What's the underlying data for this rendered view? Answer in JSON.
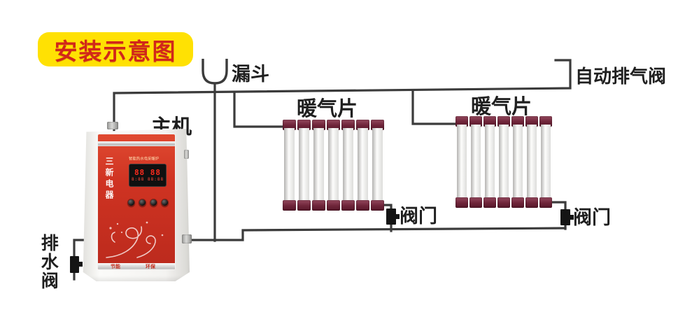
{
  "title": {
    "badge_label": "安装示意图"
  },
  "labels": {
    "funnel": "漏斗",
    "auto_exhaust_valve": "自动排气阀",
    "main_unit": "主机",
    "drain_valve": "排水阀"
  },
  "radiators": {
    "count": 2,
    "columns_per_radiator": 7,
    "items": [
      {
        "label": "暖气片"
      },
      {
        "label": "暖气片"
      }
    ]
  },
  "valves": {
    "items": [
      {
        "label": "阀门"
      },
      {
        "label": "阀门"
      }
    ]
  },
  "main_unit": {
    "brand_vertical_text": "三新电器",
    "panel_header_text": "智能热水电采暖炉",
    "display": {
      "line1": "88 88",
      "line2": "8:88 88:88"
    },
    "footer_labels": [
      "节能",
      "环保"
    ]
  },
  "colors": {
    "background": "#FFFFFF",
    "title_bg": "#FFE103",
    "title_text": "#D1271A",
    "pipe": "#3B3B3B",
    "radiator_cap": "#6E2439",
    "unit_panel_red": "#CF3322",
    "label_text": "#1F1F1F"
  }
}
